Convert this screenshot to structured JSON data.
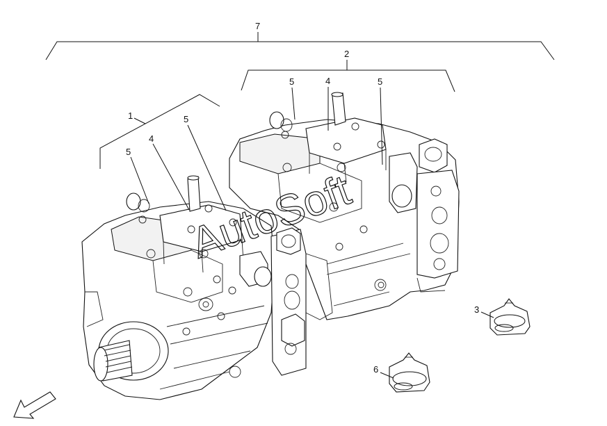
{
  "diagram": {
    "callouts": [
      {
        "id": "c7a",
        "label": "7"
      },
      {
        "id": "c2",
        "label": "2"
      },
      {
        "id": "c1",
        "label": "1"
      },
      {
        "id": "c5a",
        "label": "5"
      },
      {
        "id": "c4a",
        "label": "4"
      },
      {
        "id": "c5b",
        "label": "5"
      },
      {
        "id": "c5c",
        "label": "5"
      },
      {
        "id": "c4b",
        "label": "4"
      },
      {
        "id": "c5d",
        "label": "5"
      },
      {
        "id": "c3",
        "label": "3"
      },
      {
        "id": "c6",
        "label": "6"
      }
    ],
    "watermark": "AutoSoft"
  }
}
